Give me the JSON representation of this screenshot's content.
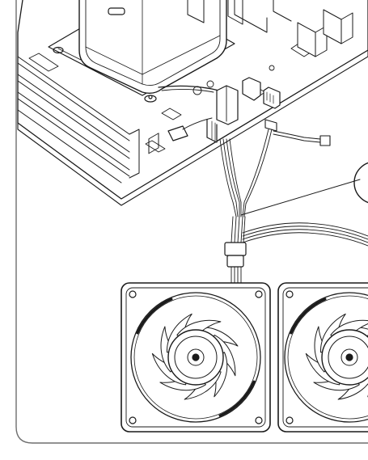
{
  "figure": {
    "style": "monochrome line-art installation diagram",
    "line_color": "#1a1a1a",
    "fill_color": "#ffffff",
    "shade_color": "#d9d9d9",
    "frame_color": "#6e6e6e"
  },
  "components": {
    "motherboard": "motherboard-board",
    "cpu_cooler": "cpu-cooler-pump-block",
    "fan_header": "fan-header-connector",
    "argb_header": "argb-header-connector",
    "splitter": "fan-splitter-cable",
    "fans": [
      "fan-left",
      "fan-right"
    ],
    "callout": "callout-circle"
  }
}
